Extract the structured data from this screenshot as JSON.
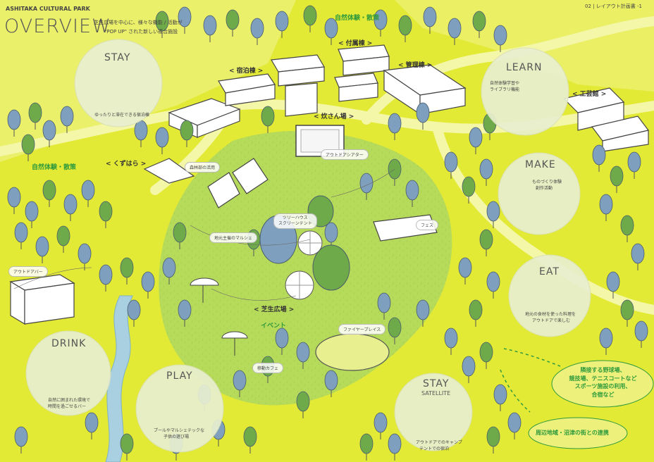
{
  "header": {
    "park_name": "ASHITAKA CULTURAL PARK",
    "title": "OVERVIEW",
    "subtitle_line1": "芝生広場を中心に、様々な機能 / 活動が",
    "subtitle_line2": "\"POP UP\" された新しい複合施設",
    "page_label": "02 | レイアウト計画書 -1"
  },
  "areas": {
    "lodging": "< 宿泊棟 >",
    "annex": "< 付属棟 >",
    "management": "< 管理棟 >",
    "kitchen": "< 炊さん場 >",
    "craft": "< 工芸館 >",
    "kuzuhara": "< くずはら >",
    "lawn": "< 芝生広場 >"
  },
  "badges": {
    "nature_top": "自然体験・散策",
    "nature_left": "自然体験・散策",
    "event": "イベント"
  },
  "bubbles": {
    "stay": {
      "title": "STAY",
      "note": "ゆったりと滞在できる宿泊棟"
    },
    "learn": {
      "title": "LEARN",
      "note_line1": "自然体験学習や",
      "note_line2": "ライブラリ機能"
    },
    "make": {
      "title": "MAKE",
      "note_line1": "ものづくり体験",
      "note_line2": "創作活動"
    },
    "eat": {
      "title": "EAT",
      "note_line1": "地元の食材を使った料理を",
      "note_line2": "アウトドアで楽しむ"
    },
    "drink": {
      "title": "DRINK",
      "note_line1": "自然に囲まれた環境で",
      "note_line2": "時間を過ごせるバー"
    },
    "play": {
      "title": "PLAY",
      "note_line1": "プールやマルシェテックな",
      "note_line2": "子供の遊び場"
    },
    "stay_satellite": {
      "title": "STAY",
      "subtitle": "SATELLITE",
      "note_line1": "アウトドアでのキャンプ",
      "note_line2": "テントでの宿泊"
    }
  },
  "tags": {
    "outdoor_theater": "アウトドアシアター",
    "treehouse_line1": "ツリーハウス",
    "treehouse_line2": "スクリーンテント",
    "festival": "フェス",
    "marche": "地元主催のマルシェ",
    "outdoor_bar": "アウトドアバー",
    "fire_place": "ファイヤープレイス",
    "mobile_cafe": "移動カフェ",
    "forest_use": "森林部の活用"
  },
  "callouts": {
    "sports_line1": "隣接する野球場、",
    "sports_line2": "競技場、テニスコートなど",
    "sports_line3": "スポーツ施設の利用、",
    "sports_line4": "合宿など",
    "town_link": "周辺地域・沼津の街との連携"
  },
  "colors": {
    "background": "#e6ec3a",
    "road": "#f3f69a",
    "lawn": "#b8dc5c",
    "river": "#a8d0e0",
    "tree_blue": "#7e9fbe",
    "tree_green": "#6faa4a",
    "accent_green": "#2f9a3c",
    "bubble": "#e9efd0"
  }
}
